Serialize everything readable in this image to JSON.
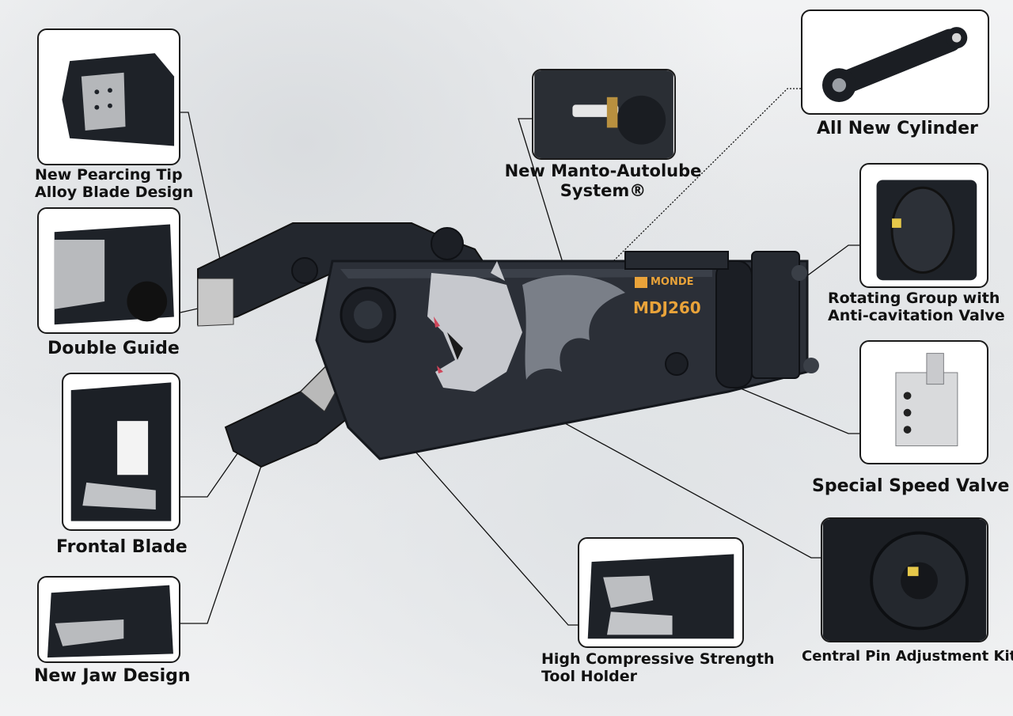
{
  "features": {
    "piercing_tip": {
      "lines": [
        "New Pearcing Tip",
        "Alloy Blade Design"
      ]
    },
    "double_guide": {
      "lines": [
        "Double Guide"
      ]
    },
    "frontal_blade": {
      "lines": [
        "Frontal Blade"
      ]
    },
    "jaw_design": {
      "lines": [
        "New Jaw Design"
      ]
    },
    "autolube": {
      "lines": [
        "New Manto-Autolube",
        "System®"
      ]
    },
    "tool_holder": {
      "lines": [
        "High Compressive Strength",
        "Tool Holder"
      ]
    },
    "cylinder": {
      "lines": [
        "All New Cylinder"
      ]
    },
    "rotating_group": {
      "lines": [
        "Rotating Group with",
        "Anti-cavitation Valve"
      ]
    },
    "speed_valve": {
      "lines": [
        "Special Speed Valve"
      ]
    },
    "central_pin": {
      "lines": [
        "Central Pin Adjustment Kit"
      ]
    }
  },
  "product": {
    "brand": "MONDE",
    "model": "MDJ260"
  },
  "colors": {
    "body": "#2b2f37",
    "edge": "#15181d",
    "accent": "#e9a33a",
    "leader": "#111111"
  }
}
